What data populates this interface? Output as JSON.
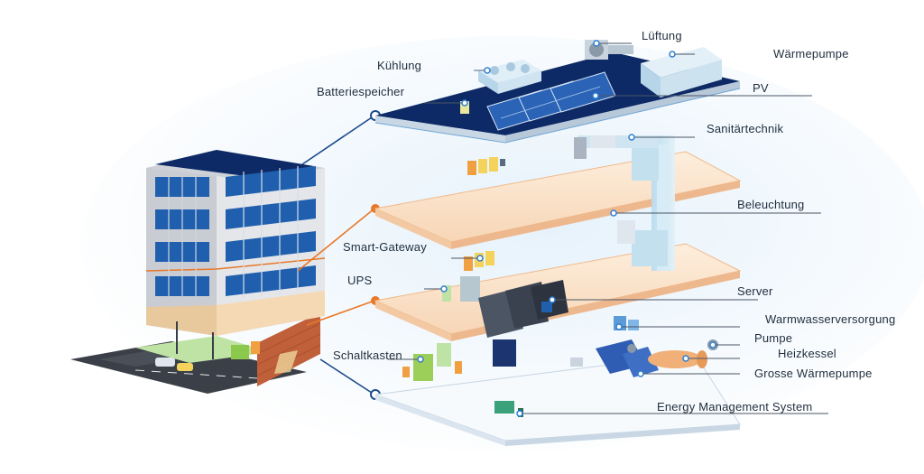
{
  "labels": {
    "lueftung": "Lüftung",
    "waermepumpe": "Wärmepumpe",
    "kuehlung": "Kühlung",
    "batteriespeicher": "Batteriespeicher",
    "pv": "PV",
    "sanitaertechnik": "Sanitärtechnik",
    "beleuchtung": "Beleuchtung",
    "smart_gateway": "Smart-Gateway",
    "ups": "UPS",
    "server": "Server",
    "warmwasserversorgung": "Warmwasserversorgung",
    "pumpe": "Pumpe",
    "heizkessel": "Heizkessel",
    "schaltkasten": "Schaltkasten",
    "grosse_waermepumpe": "Grosse Wärmepumpe",
    "energy_management_system": "Energy Management System"
  },
  "colors": {
    "roof_dark": "#0d2a66",
    "floor_peach": "#fbe3cc",
    "floor_edge": "#f0b98a",
    "connector_orange": "#e8782a",
    "connector_blue": "#1c4a8c",
    "glass_light": "#cfe6f2",
    "window_blue": "#1f5fae",
    "brick": "#c0603a"
  }
}
